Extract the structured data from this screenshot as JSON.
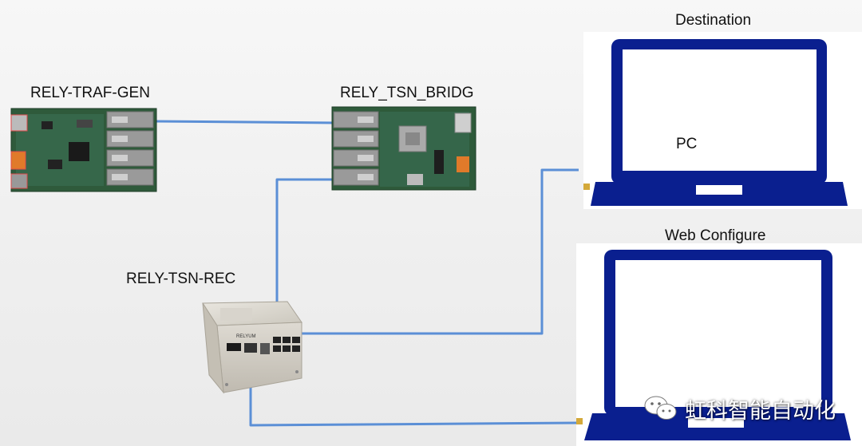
{
  "devices": {
    "traf_gen": {
      "label": "RELY-TRAF-GEN"
    },
    "tsn_bridge": {
      "label": "RELY_TSN_BRIDG"
    },
    "tsn_rec": {
      "label": "RELY-TSN-REC",
      "brand": "RELYUM"
    }
  },
  "computers": {
    "destination": {
      "title": "Destination",
      "screen_text": "PC"
    },
    "web_configure": {
      "title": "Web Configure",
      "screen_text": ""
    }
  },
  "watermark": {
    "text": "虹科智能自动化",
    "icon": "wechat-icon"
  },
  "colors": {
    "laptop": "#0a1f8f",
    "cable": "#5b8fd6",
    "board_green": "#2e5a3a",
    "metal_box": "#d6d2c8"
  }
}
